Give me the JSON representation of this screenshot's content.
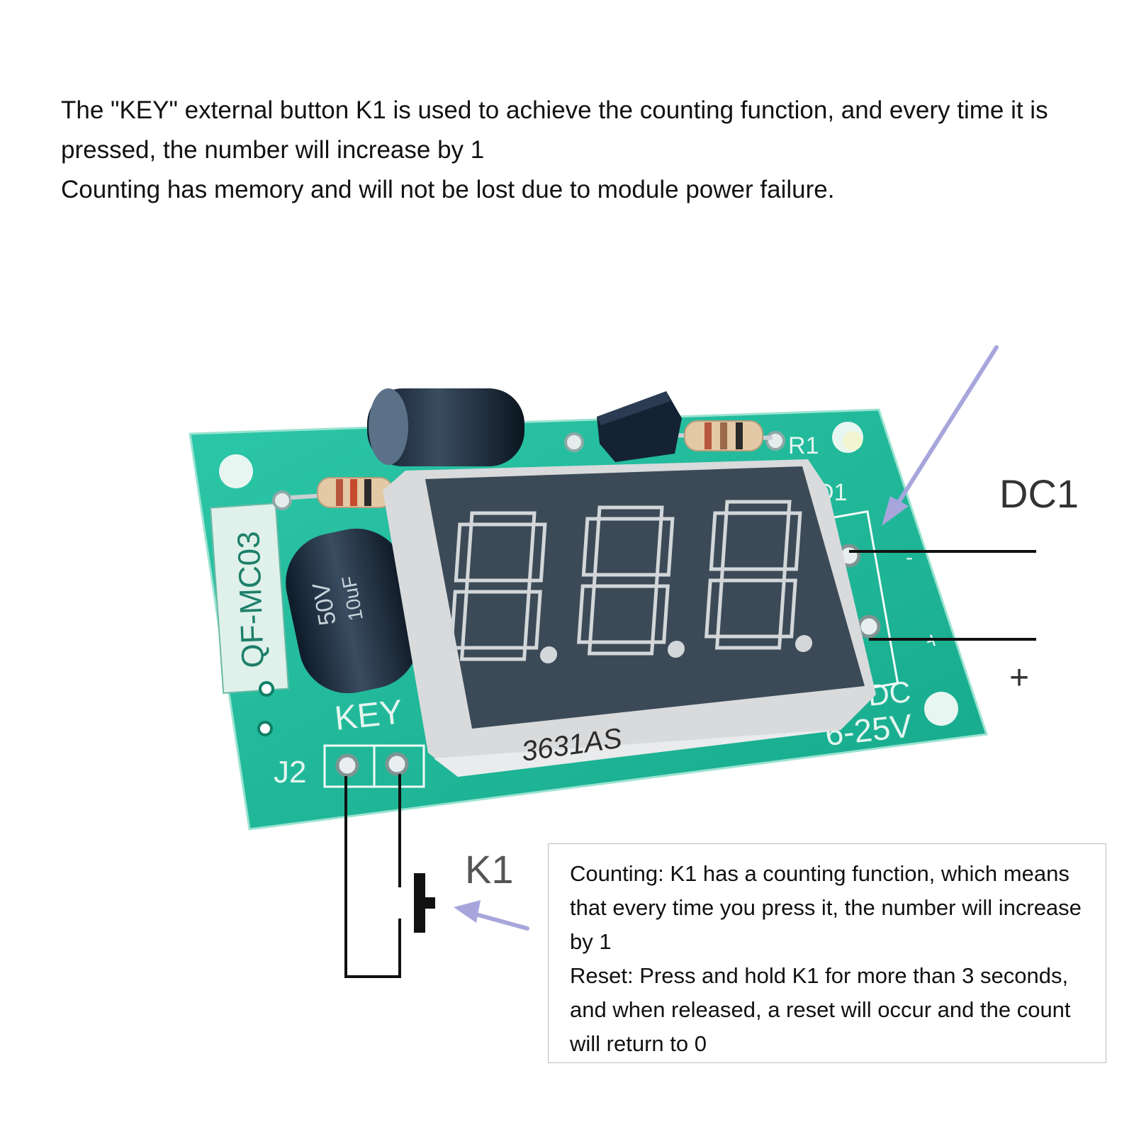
{
  "intro": {
    "line1": "The \"KEY\" external button K1 is used to achieve the counting function, and every time it is pressed, the number will increase by 1",
    "line2": "Counting has memory and will not be lost due to module power failure."
  },
  "board": {
    "silkscreen_model": "QF-MC03",
    "key_label": "KEY",
    "j2_label": "J2",
    "r1_label": "R1",
    "d1_label": "D1",
    "dc_label": "DC",
    "voltage_label": "6-25V",
    "display_part_number": "3631AS",
    "capacitor_text_1": "50V",
    "capacitor_text_2": "10uF",
    "minus_mark": "-",
    "plus_mark": "+"
  },
  "labels": {
    "dc1": "DC1",
    "plus": "+",
    "k1": "K1"
  },
  "note": {
    "counting": "Counting: K1 has a counting function, which means that every time you press it, the number will increase by 1",
    "reset": "Reset: Press and hold K1 for more than 3 seconds, and when released, a reset will occur and the count will return to 0"
  },
  "colors": {
    "pcb": "#1fb89a",
    "display_body": "#3c4a57",
    "segment": "#d3d7da",
    "arrow": "#a7a6dc"
  }
}
